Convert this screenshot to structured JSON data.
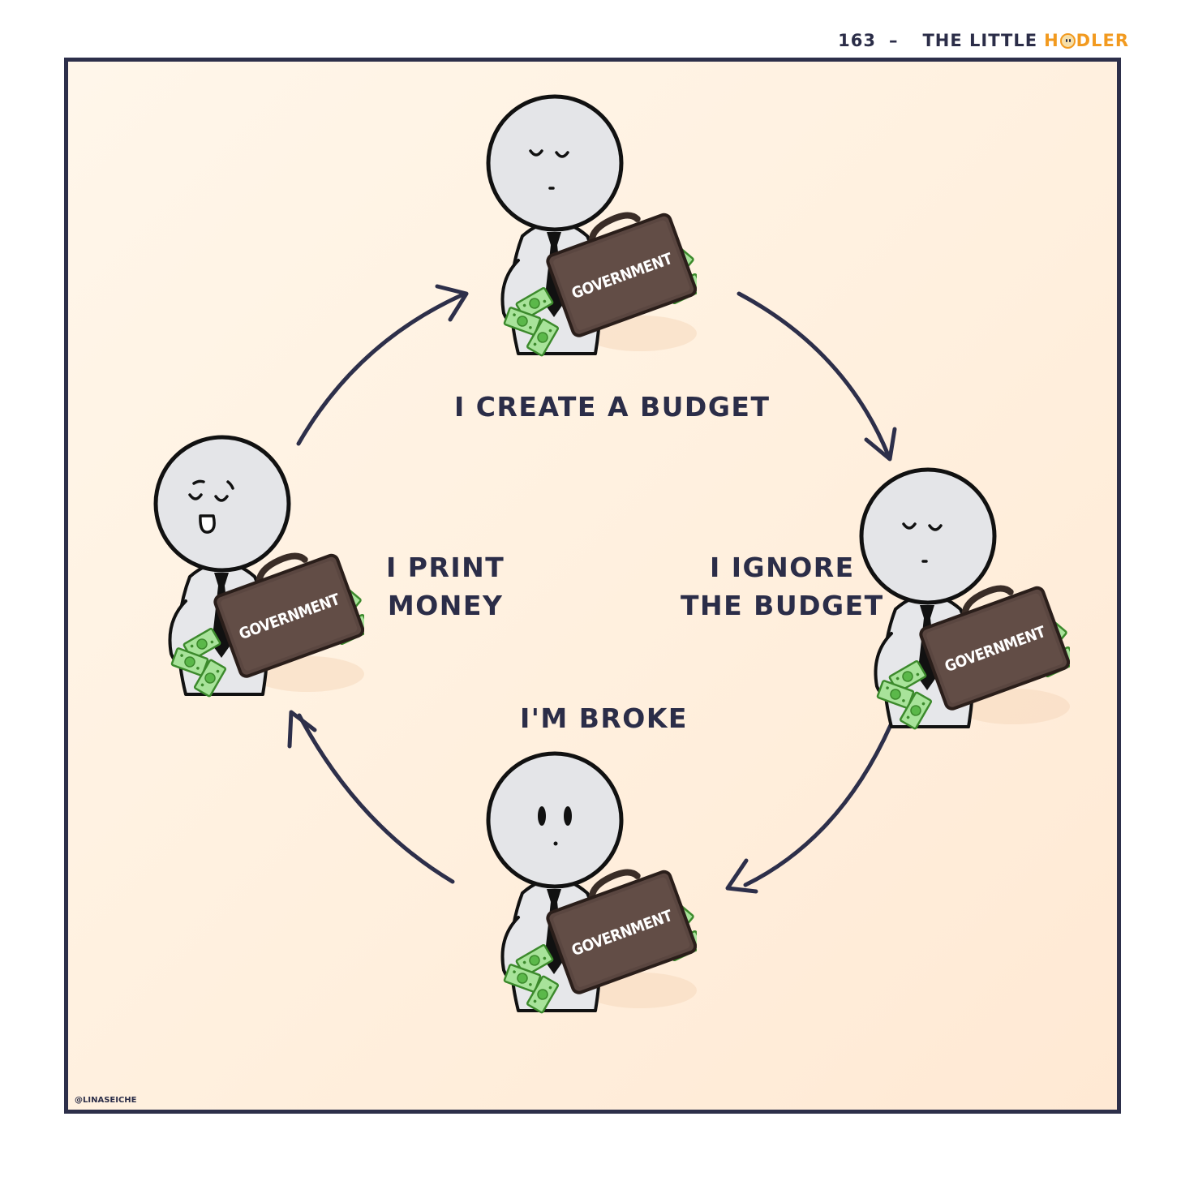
{
  "header": {
    "page_number": "163",
    "separator": "–",
    "title_prefix": "THE LITTLE",
    "title_suffix_a": "H",
    "title_suffix_b": "DLER",
    "logo_icon": "smiling-coin-icon"
  },
  "comic": {
    "frame_color": "#2d2f4a",
    "background_gradient": [
      "#fff6ea",
      "#ffe9d4"
    ],
    "accent_color": "#f29a1f",
    "credit": "@LINASEICHE",
    "cycle_direction": "clockwise",
    "stages": [
      {
        "id": "top",
        "caption": "I CREATE A BUDGET",
        "expression": "calm-closed-eyes",
        "briefcase_label": "GOVERNMENT"
      },
      {
        "id": "right",
        "caption_lines": [
          "I IGNORE",
          "THE BUDGET"
        ],
        "expression": "calm-closed-eyes",
        "briefcase_label": "GOVERNMENT"
      },
      {
        "id": "bottom",
        "caption": "I'M BROKE",
        "expression": "wide-eyed-blank",
        "briefcase_label": "GOVERNMENT"
      },
      {
        "id": "left",
        "caption_lines": [
          "I PRINT",
          "MONEY"
        ],
        "expression": "happy-open-mouth",
        "briefcase_label": "GOVERNMENT"
      }
    ],
    "arrows": [
      {
        "from": "left",
        "to": "top"
      },
      {
        "from": "top",
        "to": "right"
      },
      {
        "from": "right",
        "to": "bottom"
      },
      {
        "from": "bottom",
        "to": "left"
      }
    ]
  }
}
